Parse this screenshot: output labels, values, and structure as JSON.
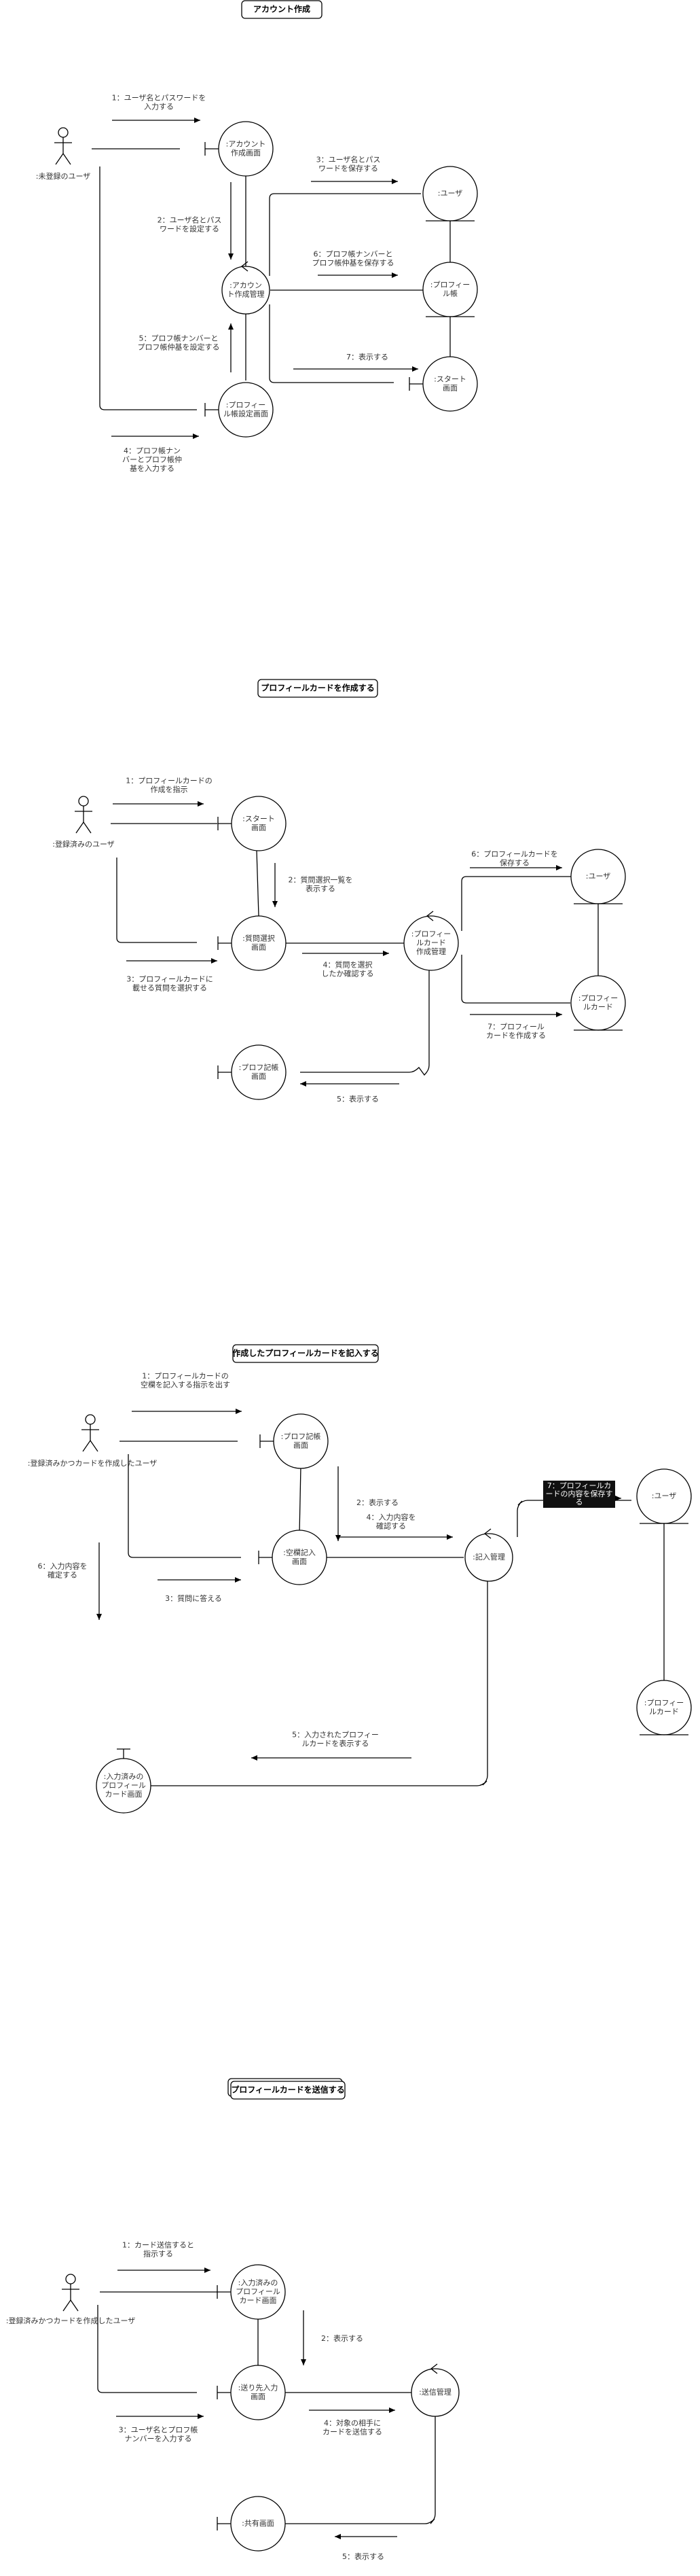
{
  "sections": {
    "s1": {
      "title": "アカウント作成",
      "actor": ":未登録のユーザ",
      "nodes": {
        "account_screen": [
          ":アカウント",
          "作成画面"
        ],
        "account_mgmt": [
          ":アカウン",
          "ト作成管理"
        ],
        "profile_screen": [
          ":プロフィー",
          "ル帳設定画面"
        ],
        "user_entity": [
          ":ユーザ"
        ],
        "profile_entity": [
          ":プロフィー",
          "ル帳"
        ],
        "start_screen": [
          ":スタート",
          "画面"
        ]
      },
      "messages": {
        "m1": [
          "1：ユーザ名とパスワードを",
          "入力する"
        ],
        "m2": [
          "2：ユーザ名とパス",
          "ワードを設定する"
        ],
        "m3": [
          "3：ユーザ名とパス",
          "ワードを保存する"
        ],
        "m4": [
          "4：プロフ帳ナン",
          "バーとプロフ帳仲",
          "基を入力する"
        ],
        "m5": [
          "5：プロフ帳ナンバーと",
          "プロフ帳仲基を設定する"
        ],
        "m6": [
          "6：プロフ帳ナンバーと",
          "プロフ帳仲基を保存する"
        ],
        "m7": [
          "7：表示する"
        ]
      }
    },
    "s2": {
      "title": "プロフィールカードを作成する",
      "actor": ":登録済みのユーザ",
      "nodes": {
        "start_screen": [
          ":スタート",
          "画面"
        ],
        "question_screen": [
          ":質問選択",
          "画面"
        ],
        "card_mgmt": [
          ":プロフィー",
          "ルカード",
          "作成管理"
        ],
        "user_entity": [
          ":ユーザ"
        ],
        "card_entity": [
          ":プロフィー",
          "ルカード"
        ],
        "profile_screen": [
          ":プロフ記帳",
          "画面"
        ]
      },
      "messages": {
        "m1": [
          "1：プロフィールカードの",
          "作成を指示"
        ],
        "m2": [
          "2：質問選択一覧を",
          "表示する"
        ],
        "m3": [
          "3：プロフィールカードに",
          "載せる質問を選択する"
        ],
        "m4": [
          "4：質問を選択",
          "したか確認する"
        ],
        "m5": [
          "5：表示する"
        ],
        "m6": [
          "6：プロフィールカードを",
          "保存する"
        ],
        "m7": [
          "7：プロフィール",
          "カードを作成する"
        ]
      }
    },
    "s3": {
      "title": "作成したプロフィールカードを記入する",
      "actor": ":登録済みかつカードを作成したユーザ",
      "nodes": {
        "profile_screen": [
          ":プロフ記帳",
          "画面"
        ],
        "blank_screen": [
          ":空欄記入",
          "画面"
        ],
        "fill_mgmt": [
          ":記入管理"
        ],
        "user_entity": [
          ":ユーザ"
        ],
        "card_entity": [
          ":プロフィー",
          "ルカード"
        ],
        "filled_screen": [
          ":入力済みの",
          "プロフィール",
          "カード画面"
        ]
      },
      "messages": {
        "m1": [
          "1：プロフィールカードの",
          "空欄を記入する指示を出す"
        ],
        "m2": [
          "2：表示する"
        ],
        "m3": [
          "3：質問に答える"
        ],
        "m4": [
          "4：入力内容を",
          "確認する"
        ],
        "m5": [
          "5：入力されたプロフィー",
          "ルカードを表示する"
        ],
        "m6": [
          "6：入力内容を",
          "確定する"
        ],
        "m7": [
          "7：プロフィールカ",
          "ードの内容を保存す",
          "る"
        ]
      }
    },
    "s4": {
      "title": "プロフィールカードを送信する",
      "actor": ":登録済みかつカードを作成したユーザ",
      "nodes": {
        "filled_screen": [
          ":入力済みの",
          "プロフィール",
          "カード画面"
        ],
        "dest_screen": [
          ":送り先入力",
          "画面"
        ],
        "send_mgmt": [
          ":送信管理"
        ],
        "share_screen": [
          ":共有画面"
        ]
      },
      "messages": {
        "m1": [
          "1：カード送信すると",
          "指示する"
        ],
        "m2": [
          "2：表示する"
        ],
        "m3": [
          "3：ユーザ名とプロフ帳",
          "ナンバーを入力する"
        ],
        "m4": [
          "4：対象の相手に",
          "カードを送信する"
        ],
        "m5": [
          "5：表示する"
        ]
      }
    }
  }
}
